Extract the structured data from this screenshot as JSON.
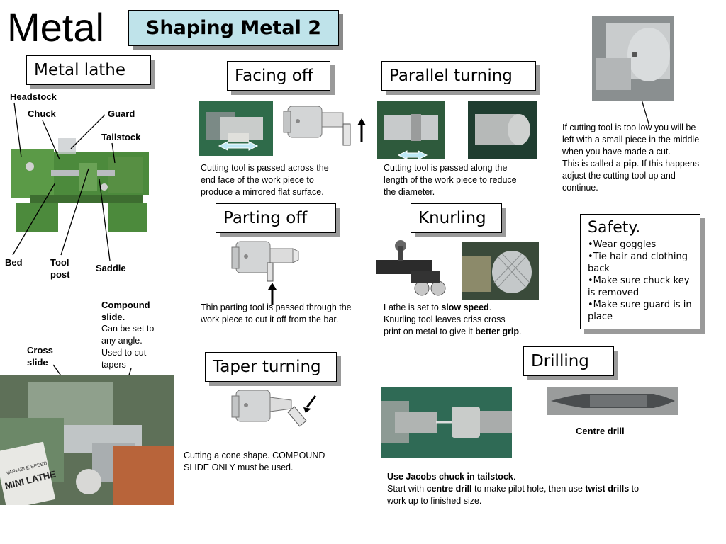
{
  "header": {
    "big_title": "Metal",
    "subtitle": "Shaping Metal 2"
  },
  "sections": {
    "metal_lathe": "Metal lathe",
    "facing_off": "Facing off",
    "parallel_turning": "Parallel turning",
    "parting_off": "Parting off",
    "knurling": "Knurling",
    "taper_turning": "Taper turning",
    "drilling": "Drilling"
  },
  "lathe_labels": {
    "headstock": "Headstock",
    "chuck": "Chuck",
    "guard": "Guard",
    "tailstock": "Tailstock",
    "bed": "Bed",
    "tool_post_1": "Tool",
    "tool_post_2": "post",
    "saddle": "Saddle",
    "cross_slide_1": "Cross",
    "cross_slide_2": "slide"
  },
  "compound": {
    "title_1": "Compound",
    "title_2": "slide.",
    "l1": "Can be set to",
    "l2": "any angle.",
    "l3": "Used to cut",
    "l4": "tapers"
  },
  "captions": {
    "facing_1": "Cutting tool is passed across the",
    "facing_2": "end face of the work piece to",
    "facing_3": "produce a mirrored flat surface.",
    "parallel_1": "Cutting tool is passed along the",
    "parallel_2": "length of the work piece to reduce",
    "parallel_3": "the diameter.",
    "parting_1": "Thin parting tool is passed through the",
    "parting_2": "work piece to cut it off from the bar.",
    "knurl_1a": "Lathe is set to ",
    "knurl_1b": "slow speed",
    "knurl_1c": ".",
    "knurl_2": "Knurling tool leaves criss cross",
    "knurl_3a": "print on metal to give it ",
    "knurl_3b": "better grip",
    "knurl_3c": ".",
    "taper_1": "Cutting a cone shape. COMPOUND",
    "taper_2": "SLIDE ONLY must be used.",
    "centre_drill": "Centre drill",
    "drill_1a": "Use Jacobs chuck in tailstock",
    "drill_1b": ".",
    "drill_2a": "Start with ",
    "drill_2b": "centre drill",
    "drill_2c": " to make pilot hole, then use ",
    "drill_2d": "twist drills",
    "drill_2e": " to",
    "drill_3": "work up to finished size."
  },
  "pip_note": {
    "l1": "If cutting tool is too low you will be",
    "l2": "left with a small piece in the middle",
    "l3": "when you have made a cut.",
    "l4a": "This is called a ",
    "l4b": "pip",
    "l4c": ". If this happens",
    "l5": "adjust the cutting tool up and",
    "l6": "continue."
  },
  "safety": {
    "title": "Safety.",
    "items": [
      "•Wear goggles",
      "•Tie hair and clothing back",
      "•Make sure chuck key is removed",
      "•Make sure guard is in place"
    ]
  },
  "photo_text": {
    "mini_lathe_1": "VARIABLE SPEED",
    "mini_lathe_2": "MINI LATHE"
  }
}
